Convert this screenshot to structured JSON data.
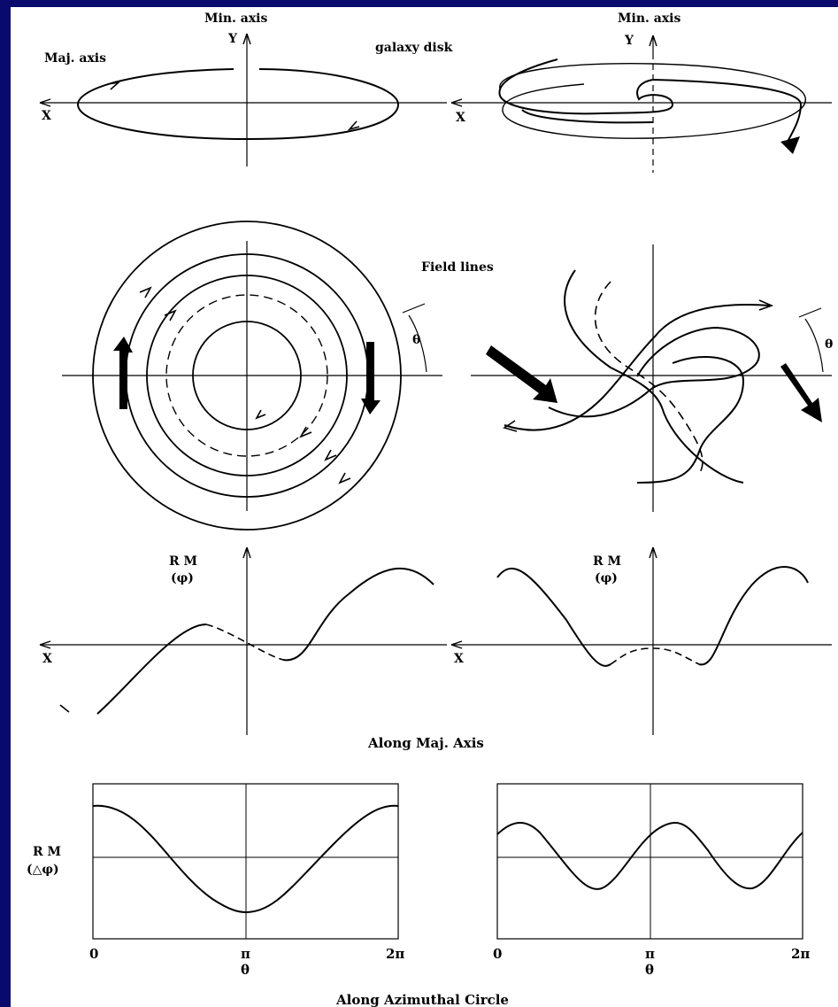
{
  "labels": {
    "min_axis_left": "Min. axis",
    "min_axis_right": "Min. axis",
    "y_left": "Y",
    "y_right": "Y",
    "maj_axis": "Maj. axis",
    "galaxy_disk": "galaxy disk",
    "x_top_left": "X",
    "x_top_right": "X",
    "field_lines": "Field lines",
    "theta_left": "θ",
    "theta_right": "θ",
    "rm_left": "R M",
    "phi_left": "(φ)",
    "rm_right": "R M",
    "phi_right": "(φ)",
    "x_mid_left": "X",
    "x_mid_right": "X",
    "along_maj_axis": "Along Maj. Axis",
    "rm_bottom": "R M",
    "dphi_bottom": "(△φ)",
    "tick_0_left": "0",
    "tick_pi_left": "π",
    "tick_2pi_left": "2π",
    "theta_axis_left": "θ",
    "tick_0_right": "0",
    "tick_pi_right": "π",
    "tick_2pi_right": "2π",
    "theta_axis_right": "θ",
    "along_azimuthal": "Along Azimuthal Circle"
  },
  "colors": {
    "frame": "#0a0a6e",
    "panel": "#ffffff",
    "ink": "#000000"
  }
}
